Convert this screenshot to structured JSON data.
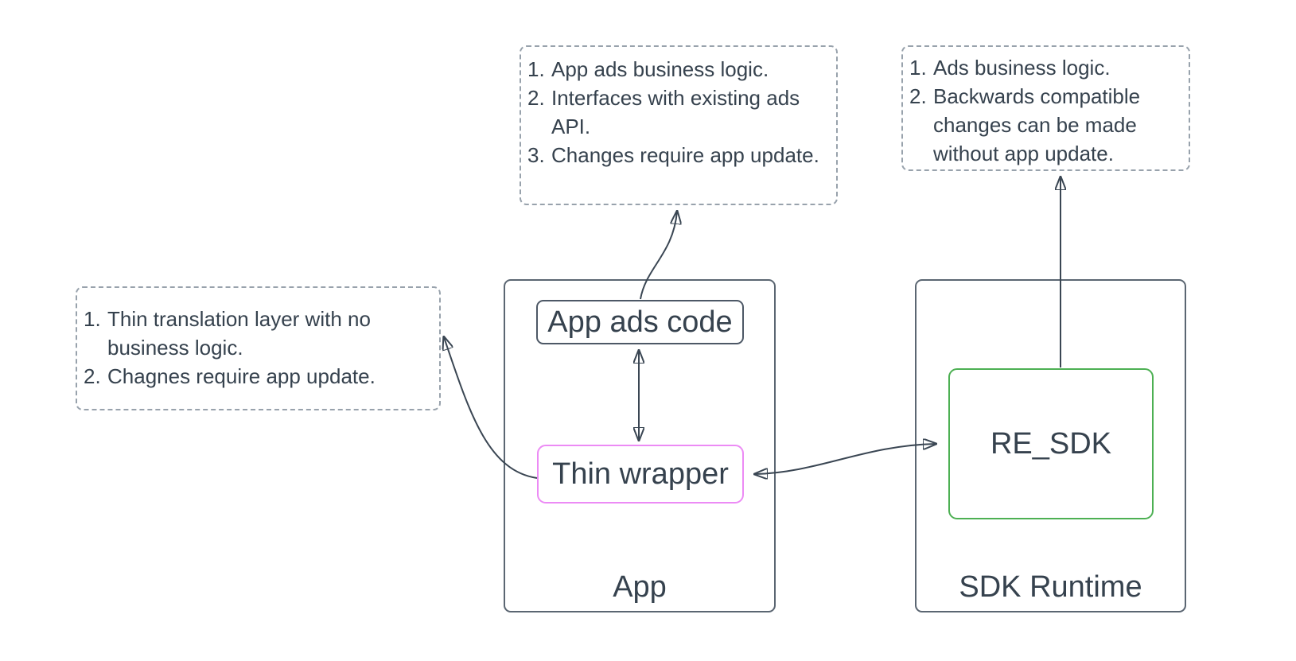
{
  "diagram": {
    "notes": {
      "app_ads_note": {
        "items": [
          {
            "num": "1.",
            "text": "App ads business logic."
          },
          {
            "num": "2.",
            "text": "Interfaces with existing ads API."
          },
          {
            "num": "3.",
            "text": "Changes require app update."
          }
        ]
      },
      "sdk_note": {
        "items": [
          {
            "num": "1.",
            "text": "Ads business logic."
          },
          {
            "num": "2.",
            "text": "Backwards compatible changes can be made without app update."
          }
        ]
      },
      "wrapper_note": {
        "items": [
          {
            "num": "1.",
            "text": "Thin translation layer with no business logic."
          },
          {
            "num": "2.",
            "text": "Chagnes require app update."
          }
        ]
      }
    },
    "containers": {
      "app": {
        "label": "App"
      },
      "sdk_runtime": {
        "label": "SDK Runtime"
      }
    },
    "nodes": {
      "app_ads_code": {
        "label": "App ads code"
      },
      "thin_wrapper": {
        "label": "Thin wrapper"
      },
      "re_sdk": {
        "label": "RE_SDK"
      }
    },
    "colors": {
      "background": "#ffffff",
      "text": "#36424e",
      "container_border": "#5b6672",
      "node_border": "#4d5866",
      "thin_wrapper_border": "#ec8bf5",
      "re_sdk_border": "#4db053",
      "note_border": "#98a2ac",
      "arrow": "#3a4653"
    }
  }
}
